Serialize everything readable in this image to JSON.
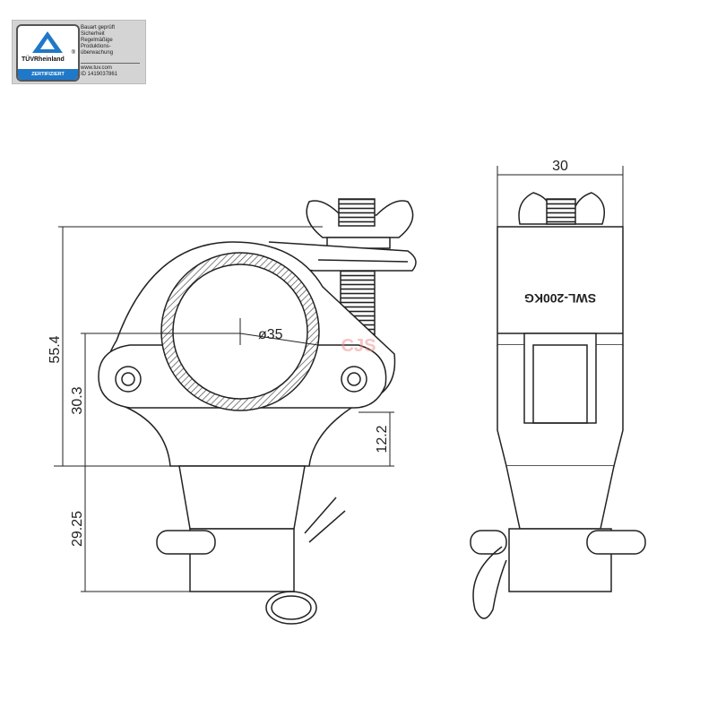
{
  "certificate": {
    "brand": "TÜVRheinland",
    "registered": "®",
    "badge": "ZERTIFIZIERT",
    "lines": [
      "Bauart geprüft",
      "Sicherheit",
      "Regelmäßige",
      "Produktions-",
      "überwachung"
    ],
    "website": "www.tuv.com",
    "id": "ID 1419037861"
  },
  "dimensions": {
    "overall_height": "55.4",
    "center_height": "30.3",
    "spigot_height": "29.25",
    "lower_height": "12.2",
    "tube_diameter": "ø35",
    "width": "30"
  },
  "label": "SWL-200KG",
  "watermark": "CJS"
}
